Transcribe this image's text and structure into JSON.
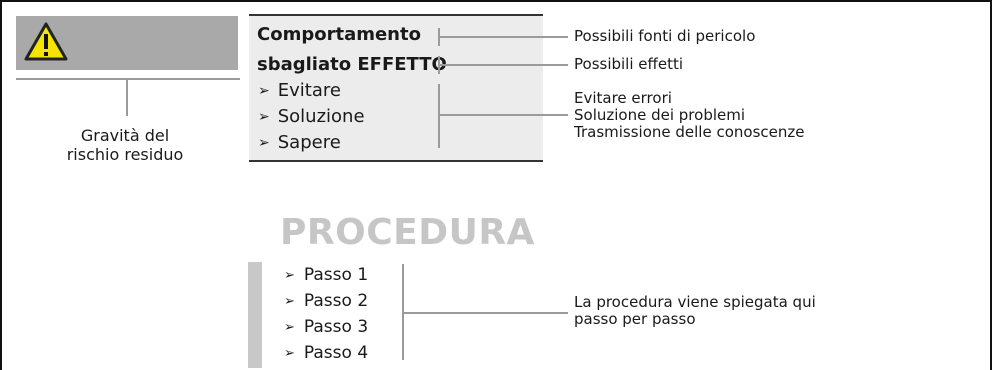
{
  "warning": {
    "icon": "warning-triangle-icon"
  },
  "left_caption": {
    "line1": "Gravità del",
    "line2": "rischio residuo"
  },
  "behavior_box": {
    "title_line1": "Comportamento",
    "title_line2": "sbagliato EFFETTO",
    "items": [
      "Evitare",
      "Soluzione",
      "Sapere"
    ]
  },
  "annotations": {
    "fonti": "Possibili fonti di pericolo",
    "effetti": "Possibili effetti",
    "group": [
      "Evitare errori",
      "Soluzione dei problemi",
      "Trasmissione delle conoscenze"
    ]
  },
  "procedure": {
    "heading": "PROCEDURA",
    "steps": [
      "Passo 1",
      "Passo 2",
      "Passo 3",
      "Passo 4"
    ],
    "note_line1": "La procedura viene spiegata qui",
    "note_line2": "passo per passo"
  },
  "colors": {
    "box_fill": "#ececec",
    "bar_gray": "#a9a9a9",
    "warning_yellow": "#f5e400",
    "heading_gray": "#c6c6c6"
  }
}
